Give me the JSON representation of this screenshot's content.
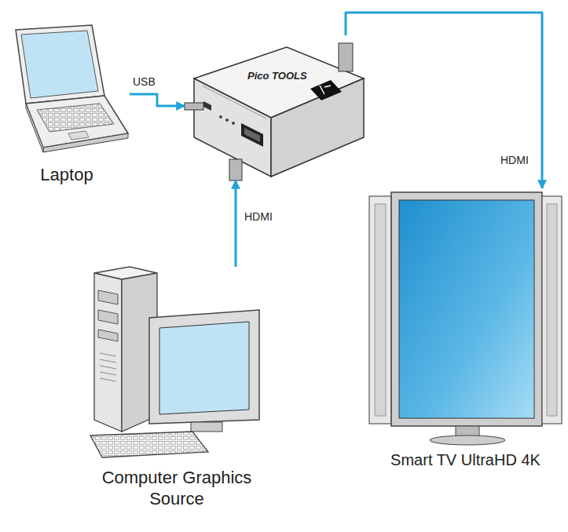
{
  "diagram": {
    "nodes": [
      {
        "text": [
          "Laptop"
        ]
      },
      {
        "text": [
          "Pico TOOLS"
        ]
      },
      {
        "text": [
          "Smart TV UltraHD 4K"
        ]
      },
      {
        "text": [
          "Computer Graphics Source"
        ]
      }
    ],
    "edges": [
      {
        "from": 0,
        "to": 1,
        "arrow": "to",
        "label": "USB"
      },
      {
        "from": 3,
        "to": 1,
        "arrow": "to",
        "label": "HDMI"
      },
      {
        "from": 1,
        "to": 2,
        "arrow": "to",
        "label": "HDMI"
      }
    ]
  }
}
